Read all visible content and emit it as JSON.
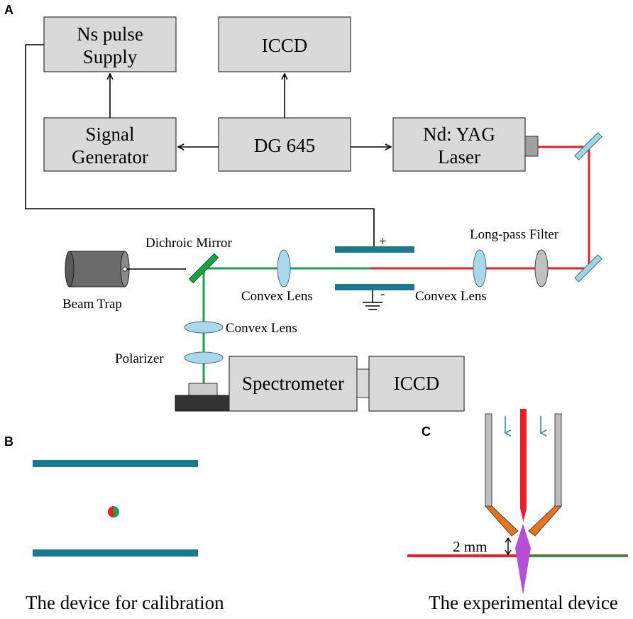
{
  "panels": {
    "a": "A",
    "b": "B",
    "c": "C"
  },
  "boxes": {
    "ns_pulse_line1": "Ns pulse",
    "ns_pulse_line2": "Supply",
    "iccd_top": "ICCD",
    "signal_gen_line1": "Signal",
    "signal_gen_line2": "Generator",
    "dg645": "DG 645",
    "ndyag_line1": "Nd: YAG",
    "ndyag_line2": "Laser",
    "spectrometer": "Spectrometer",
    "iccd_bottom": "ICCD"
  },
  "labels": {
    "dichroic_mirror": "Dichroic Mirror",
    "long_pass_filter": "Long-pass Filter",
    "beam_trap": "Beam Trap",
    "convex_lens_left": "Convex Lens",
    "convex_lens_right": "Convex Lens",
    "convex_lens_vertical": "Convex Lens",
    "polarizer": "Polarizer",
    "plus": "+",
    "minus": "-",
    "two_mm": "2 mm"
  },
  "captions": {
    "calibration": "The device for calibration",
    "experimental": "The experimental device"
  },
  "colors": {
    "laser_red": "#ee1c24",
    "laser_green": "#1aa14a",
    "electrode_teal": "#1a7a8c",
    "box_gray": "#d9d9d9",
    "nozzle_orange": "#e8731a",
    "plasma_purple": "#b44fd6"
  }
}
